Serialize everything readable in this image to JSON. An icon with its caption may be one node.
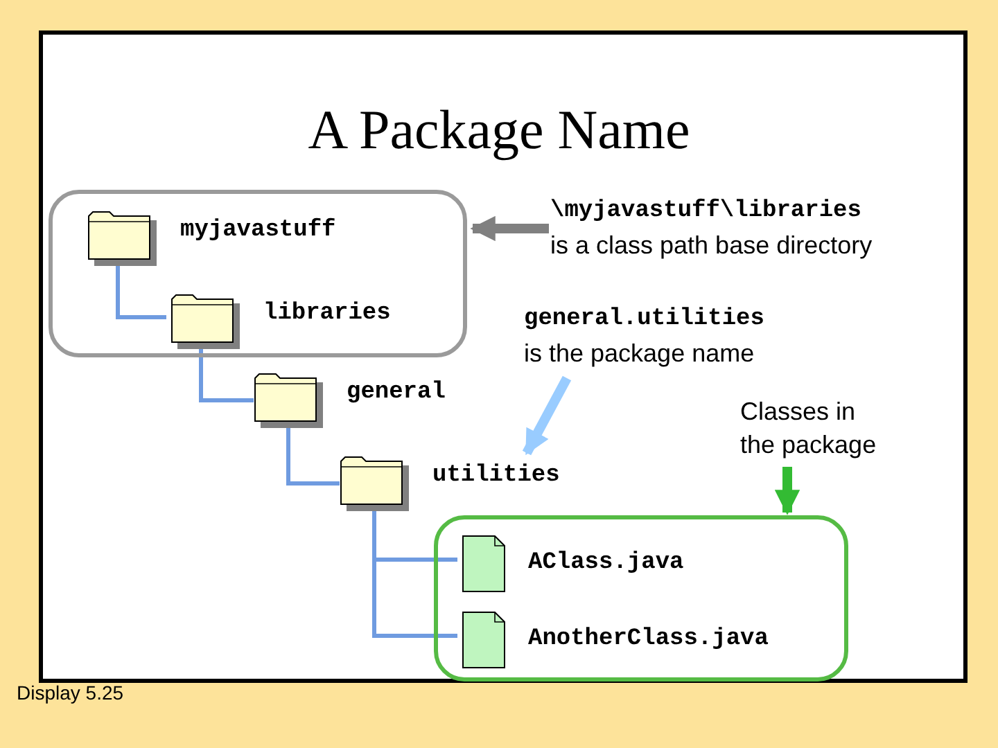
{
  "diagram": {
    "title": "A Package Name",
    "nodes": [
      {
        "text": [],
        "shape": "box"
      },
      {
        "text": [
          "myjavastuff"
        ],
        "in": 0
      },
      {
        "text": [
          "libraries"
        ],
        "in": 0
      },
      {
        "text": [
          "general"
        ]
      },
      {
        "text": [
          "utilities"
        ]
      },
      {
        "text": [],
        "shape": "box"
      },
      {
        "text": [
          "AClass.java"
        ],
        "in": 5
      },
      {
        "text": [
          "AnotherClass.java"
        ],
        "in": 5
      },
      {
        "text": [
          "\\myjavastuff\\libraries",
          "is a class path base directory"
        ]
      },
      {
        "text": [
          "general.utilities",
          "is the package name"
        ]
      },
      {
        "text": [
          "Classes in the package"
        ]
      }
    ],
    "edges": [
      {
        "from": 1,
        "to": 2,
        "arrow": "none"
      },
      {
        "from": 2,
        "to": 3,
        "arrow": "none"
      },
      {
        "from": 3,
        "to": 4,
        "arrow": "none"
      },
      {
        "from": 4,
        "to": 6,
        "arrow": "none"
      },
      {
        "from": 4,
        "to": 7,
        "arrow": "none"
      },
      {
        "from": 8,
        "to": 0,
        "arrow": "to",
        "style": "thick",
        "color": "#808080"
      },
      {
        "from": 9,
        "to": 4,
        "arrow": "to",
        "style": "thick",
        "color": "#99ccff"
      },
      {
        "from": 10,
        "to": 5,
        "arrow": "to",
        "style": "thick",
        "color": "#33bb33"
      }
    ],
    "labels": [
      "Display 5.25"
    ]
  }
}
